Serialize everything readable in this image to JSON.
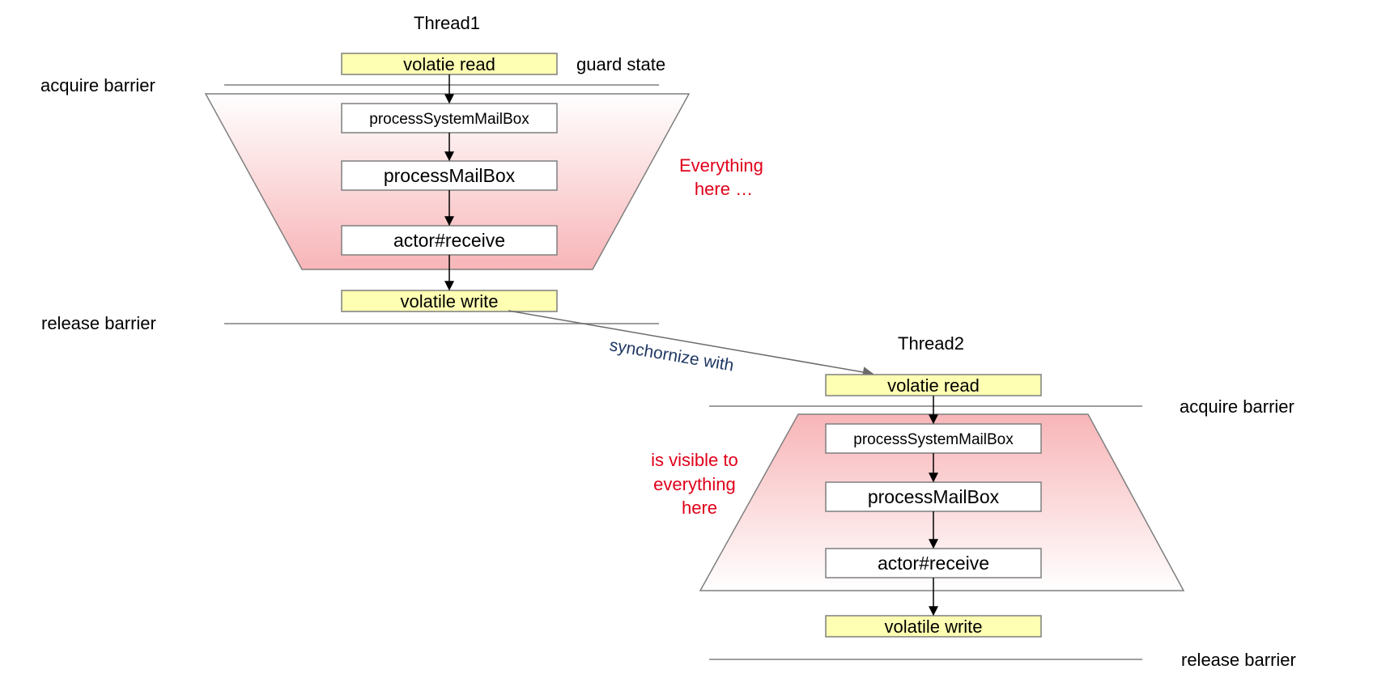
{
  "thread1": {
    "title": "Thread1",
    "guard_label": "guard state",
    "acquire_label": "acquire barrier",
    "release_label": "release barrier",
    "read_box": "volatie read",
    "steps": [
      "processSystemMailBox",
      "processMailBox",
      "actor#receive"
    ],
    "write_box": "volatile write",
    "note_lines": [
      "Everything",
      "here …"
    ]
  },
  "sync_label": "synchornize with",
  "thread2": {
    "title": "Thread2",
    "acquire_label": "acquire barrier",
    "release_label": "release barrier",
    "read_box": "volatie read",
    "steps": [
      "processSystemMailBox",
      "processMailBox",
      "actor#receive"
    ],
    "write_box": "volatile write",
    "note_lines": [
      "is visible to",
      "everything",
      "here"
    ]
  },
  "colors": {
    "volatile_box_fill": "#ffffb3",
    "trapezoid_top_thread1": "#ffffff",
    "trapezoid_bottom_thread1": "#f8b5b8",
    "note_red": "#e0001a",
    "sync_text": "#1f3864"
  }
}
